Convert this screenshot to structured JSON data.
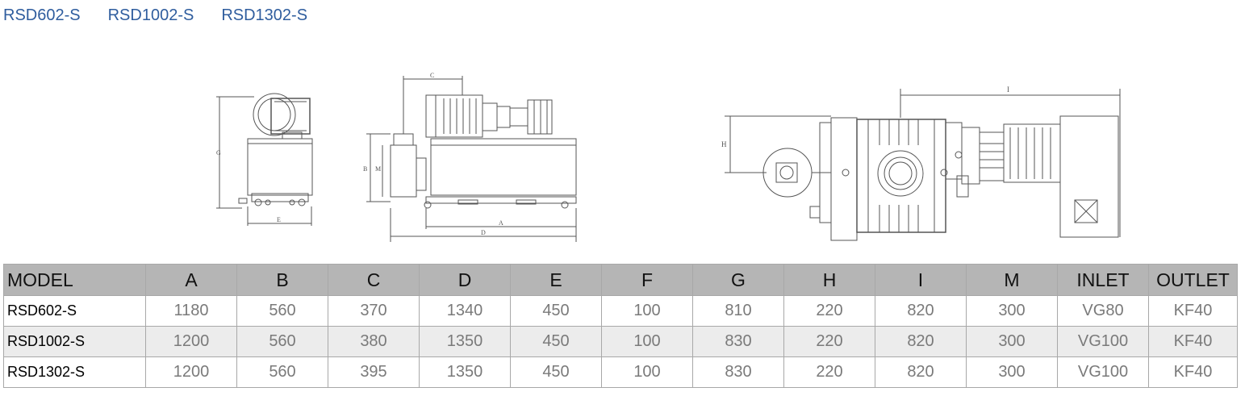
{
  "models": [
    "RSD602-S",
    "RSD1002-S",
    "RSD1302-S"
  ],
  "dimension_labels": {
    "side_g": "G",
    "side_e": "E",
    "front_c": "C",
    "front_b": "B",
    "front_m": "M",
    "front_a": "A",
    "front_d": "D",
    "top_i": "I",
    "top_h": "H"
  },
  "table": {
    "headers": [
      "MODEL",
      "A",
      "B",
      "C",
      "D",
      "E",
      "F",
      "G",
      "H",
      "I",
      "M",
      "INLET",
      "OUTLET"
    ],
    "rows": [
      [
        "RSD602-S",
        "1180",
        "560",
        "370",
        "1340",
        "450",
        "100",
        "810",
        "220",
        "820",
        "300",
        "VG80",
        "KF40"
      ],
      [
        "RSD1002-S",
        "1200",
        "560",
        "380",
        "1350",
        "450",
        "100",
        "830",
        "220",
        "820",
        "300",
        "VG100",
        "KF40"
      ],
      [
        "RSD1302-S",
        "1200",
        "560",
        "395",
        "1350",
        "450",
        "100",
        "830",
        "220",
        "820",
        "300",
        "VG100",
        "KF40"
      ]
    ]
  }
}
